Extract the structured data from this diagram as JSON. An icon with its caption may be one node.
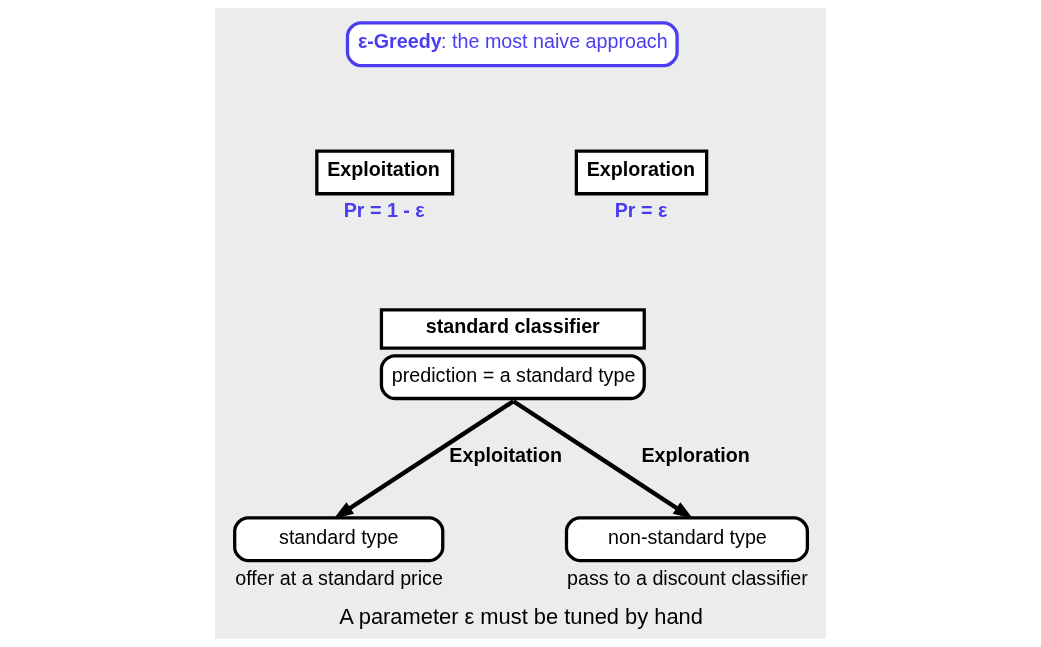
{
  "diagram": {
    "caption": "A parameter ε must be tuned by hand",
    "nodes": [
      {
        "text": [
          "**ε-Greedy**: the most naive approach"
        ]
      },
      {
        "text": [
          "Exploitation"
        ],
        "beside": [
          "Pr = 1 - ε"
        ]
      },
      {
        "text": [
          "Exploration"
        ],
        "beside": [
          "Pr = ε"
        ]
      },
      {
        "text": [
          "standard classifier",
          "prediction = a standard type"
        ]
      },
      {
        "text": [
          "standard type"
        ],
        "beside": [
          "offer at a standard price"
        ]
      },
      {
        "text": [
          "non-standard type"
        ],
        "beside": [
          "pass to a discount classifier"
        ]
      }
    ],
    "edges": [
      {
        "from": 3,
        "to": 4,
        "arrow": "to",
        "label": "Exploitation"
      },
      {
        "from": 3,
        "to": 5,
        "arrow": "to",
        "label": "Exploration"
      }
    ]
  }
}
